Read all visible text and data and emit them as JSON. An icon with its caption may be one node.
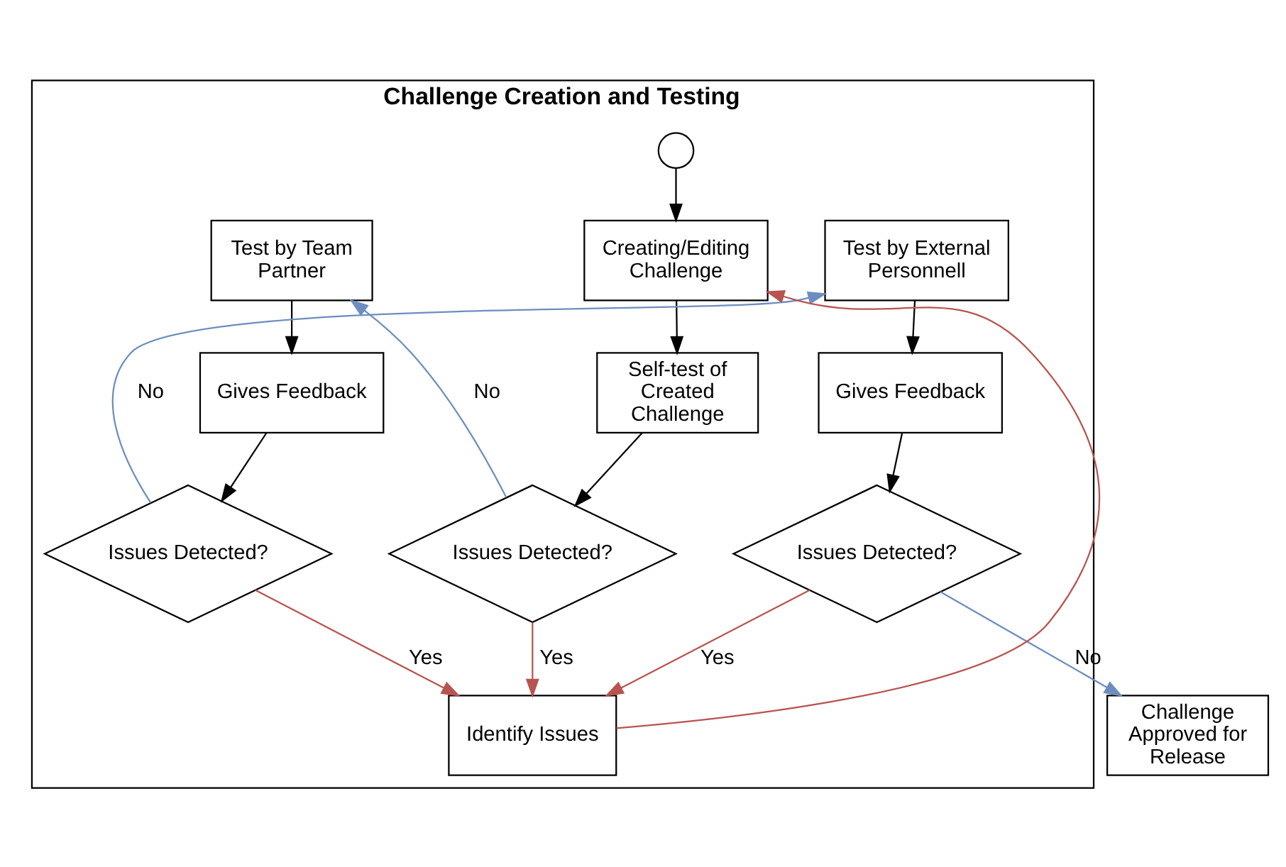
{
  "diagram": {
    "nodes": [
      {
        "text": [
          "Challenge Creation and Testing"
        ]
      },
      {
        "text": [],
        "shape": "circle",
        "in": 0
      },
      {
        "text": [
          "Creating/Editing Challenge"
        ],
        "in": 0
      },
      {
        "text": [
          "Self-test of Created Challenge"
        ],
        "in": 0
      },
      {
        "text": [
          "Issues Detected?"
        ],
        "in": 0
      },
      {
        "text": [
          "Test by Team Partner"
        ],
        "in": 0
      },
      {
        "text": [
          "Gives Feedback"
        ],
        "in": 0
      },
      {
        "text": [
          "Issues Detected?"
        ],
        "in": 0
      },
      {
        "text": [
          "Test by External Personnell"
        ],
        "in": 0
      },
      {
        "text": [
          "Gives Feedback"
        ],
        "in": 0
      },
      {
        "text": [
          "Issues Detected?"
        ],
        "in": 0
      },
      {
        "text": [
          "Identify Issues"
        ],
        "in": 0
      },
      {
        "text": [
          "Challenge Approved for Release"
        ]
      }
    ],
    "edges": [
      {
        "from": 1,
        "to": 2,
        "arrow": "to"
      },
      {
        "from": 2,
        "to": 3,
        "arrow": "to"
      },
      {
        "from": 3,
        "to": 4,
        "arrow": "to"
      },
      {
        "from": 4,
        "to": 5,
        "arrow": "to",
        "label": "No",
        "color": "#6c8ebf"
      },
      {
        "from": 5,
        "to": 6,
        "arrow": "to"
      },
      {
        "from": 6,
        "to": 7,
        "arrow": "to"
      },
      {
        "from": 7,
        "to": 8,
        "arrow": "to",
        "label": "No",
        "color": "#6c8ebf"
      },
      {
        "from": 8,
        "to": 9,
        "arrow": "to"
      },
      {
        "from": 9,
        "to": 10,
        "arrow": "to"
      },
      {
        "from": 10,
        "to": 12,
        "arrow": "to",
        "label": "No",
        "color": "#6c8ebf"
      },
      {
        "from": 4,
        "to": 11,
        "arrow": "to",
        "label": "Yes",
        "color": "#b85450"
      },
      {
        "from": 7,
        "to": 11,
        "arrow": "to",
        "label": "Yes",
        "color": "#b85450"
      },
      {
        "from": 10,
        "to": 11,
        "arrow": "to",
        "label": "Yes",
        "color": "#b85450"
      },
      {
        "from": 11,
        "to": 2,
        "arrow": "to",
        "color": "#b85450"
      }
    ]
  }
}
